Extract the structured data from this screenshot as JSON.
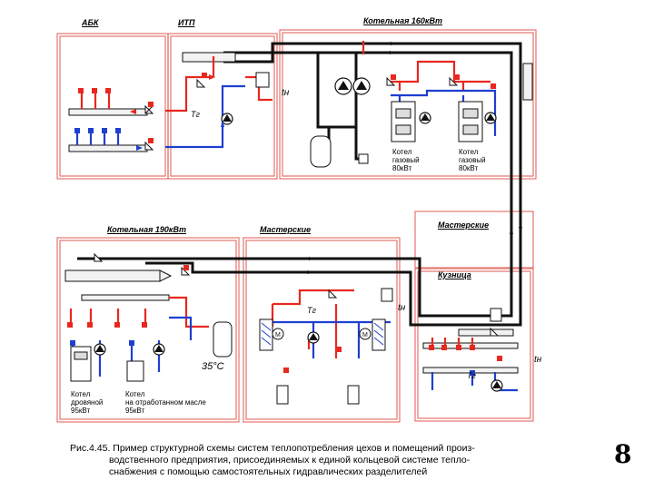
{
  "zones": {
    "abk": "АБК",
    "itp": "ИТП",
    "boiler_160": "Котельная 160кВт",
    "boiler_190": "Котельная 190кВт",
    "workshops_center": "Мастерские",
    "workshops_right": "Мастерские",
    "forge": "Кузница"
  },
  "boilers": {
    "gas_1": "Котел\nгазовый\n80кВт",
    "gas_2": "Котел\nгазовый\n80кВт",
    "wood": "Котел\nдровяной\n95кВт",
    "waste_oil": "Котел\nна отработанном масле\n95кВт"
  },
  "symbols": {
    "temp_out": "tн",
    "temp_return": "Tг",
    "temp_35": "35°C"
  },
  "caption": {
    "line1": "Рис.4.45. Пример структурной схемы систем теплопотребления цехов и помещений произ-",
    "line2": "водственного предприятия, присоединяемых к единой кольцевой системе тепло-",
    "line3": "снабжения с помощью самостоятельных гидравлических разделителей"
  },
  "page_number": "8",
  "colors": {
    "supply": "#e8281f",
    "return": "#1e3fcf",
    "main": "#111111",
    "frame": "#e7766f"
  }
}
